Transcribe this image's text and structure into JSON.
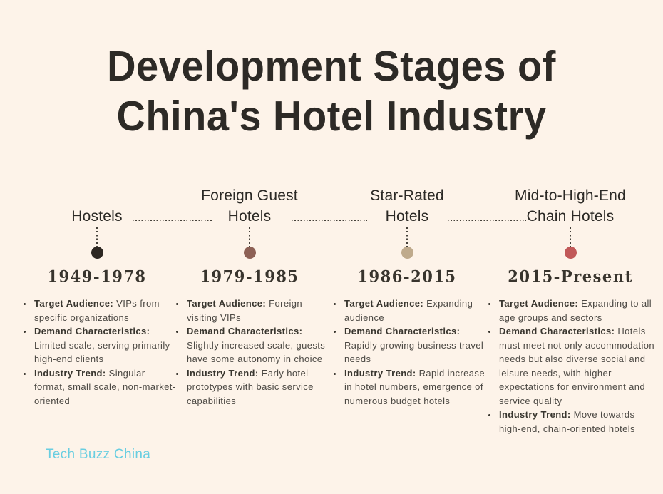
{
  "page": {
    "background": "#fdf3e9"
  },
  "title": {
    "line1": "Development Stages of",
    "line2": "China's Hotel Industry"
  },
  "watermark": {
    "text": "Tech Buzz China",
    "color": "#69cee1"
  },
  "timeline": {
    "dotted_line_color": "#45413a"
  },
  "stages": [
    {
      "label_line1": "",
      "label_line2": "Hostels",
      "period": "1949-1978",
      "dot_color": "#2d2722",
      "bullets": [
        {
          "label": "Target Audience:",
          "text": "VIPs from specific organizations"
        },
        {
          "label": "Demand Characteristics:",
          "text": "Limited scale, serving primarily high-end clients"
        },
        {
          "label": "Industry Trend:",
          "text": "Singular format, small scale, non-market-oriented"
        }
      ]
    },
    {
      "label_line1": "Foreign Guest",
      "label_line2": "Hotels",
      "period": "1979-1985",
      "dot_color": "#8d6055",
      "bullets": [
        {
          "label": "Target Audience:",
          "text": "Foreign visiting VIPs"
        },
        {
          "label": "Demand Characteristics:",
          "text": "Slightly increased scale, guests have some autonomy in choice"
        },
        {
          "label": "Industry Trend:",
          "text": "Early hotel prototypes with basic service capabilities"
        }
      ]
    },
    {
      "label_line1": "Star-Rated",
      "label_line2": "Hotels",
      "period": "1986-2015",
      "dot_color": "#bfaa8c",
      "bullets": [
        {
          "label": "Target Audience:",
          "text": "Expanding audience"
        },
        {
          "label": "Demand Characteristics:",
          "text": "Rapidly growing business travel needs"
        },
        {
          "label": "Industry Trend:",
          "text": "Rapid increase in hotel numbers, emergence of numerous budget hotels"
        }
      ]
    },
    {
      "label_line1": "Mid-to-High-End",
      "label_line2": "Chain Hotels",
      "period": "2015-Present",
      "dot_color": "#c15858",
      "bullets": [
        {
          "label": "Target Audience:",
          "text": "Expanding to all age groups and sectors"
        },
        {
          "label": "Demand Characteristics:",
          "text": "Hotels must meet not only accommodation needs but also diverse social and leisure needs, with higher expectations for environment and service quality"
        },
        {
          "label": "Industry Trend:",
          "text": "Move towards high-end, chain-oriented hotels"
        }
      ]
    }
  ]
}
